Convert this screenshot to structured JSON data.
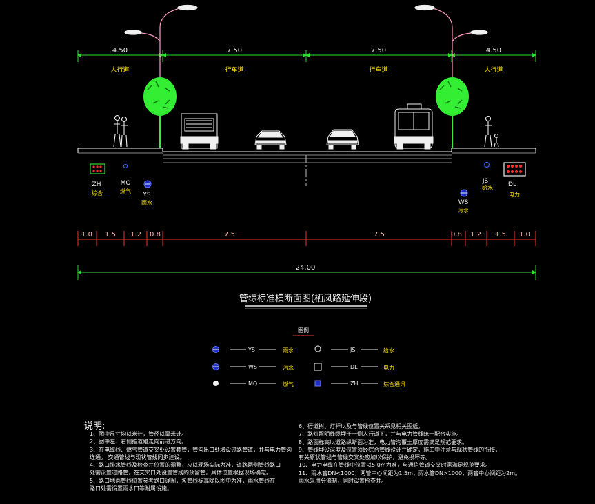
{
  "top_dims": [
    "4.50",
    "7.50",
    "7.50",
    "4.50"
  ],
  "top_labels": [
    "人行道",
    "行车道",
    "行车道",
    "人行道"
  ],
  "pipes": {
    "zh": {
      "code": "ZH",
      "name": "综合"
    },
    "mq": {
      "code": "MQ",
      "name": "燃气"
    },
    "ys": {
      "code": "YS",
      "name": "雨水"
    },
    "ws": {
      "code": "WS",
      "name": "污水"
    },
    "js": {
      "code": "JS",
      "name": "给水"
    },
    "dl": {
      "code": "DL",
      "name": "电力"
    }
  },
  "bottom_dims": [
    "1.0",
    "1.5",
    "1.2",
    "0.8",
    "7.5",
    "7.5",
    "0.8",
    "1.2",
    "1.5",
    "1.0"
  ],
  "total_dim": "24.00",
  "title": "管综标准横断面图(栖凤路延伸段)",
  "legend": {
    "title": "图例",
    "items": [
      {
        "code": "YS",
        "name": "雨水"
      },
      {
        "code": "JS",
        "name": "给水"
      },
      {
        "code": "WS",
        "name": "污水"
      },
      {
        "code": "DL",
        "name": "电力"
      },
      {
        "code": "MQ",
        "name": "燃气"
      },
      {
        "code": "ZH",
        "name": "综合通讯"
      }
    ]
  },
  "notes": {
    "heading": "说明:",
    "left": [
      "1、图中尺寸均以米计，管径以毫米计。",
      "2、图中左、右侧指道路走向前进方向。",
      "3、在电缆线、燃气管道交叉处设置套管，管沟出口处增设过路管道，并与电力管沟",
      "   连通。 交通管线与现状管线同步建设。",
      "4、路口排水管线及检查井位置的调整，应以现场实际为准，道路两侧管线路口",
      "   处需设置过路管，在交叉口处设置管线的预留管，具体位置根据现场确定。",
      "5、路口地面管线位置参考路口详图，各管线标高除以图中为准，雨水管线在",
      "   路口处需设置雨水口等附属设施。"
    ],
    "right": [
      "6、行道树、灯杆以及与管线位置关系见相关图纸。",
      "7、路灯照明线缆埋于一侧人行道下，并与电力管线统一配合实施。",
      "8、路面标高以道路纵断面为准，电力管沟覆土厚度需满足规范要求。",
      "9、管线埋设深度及位置须经综合管线设计并确定，施工中注意与现状管线的衔接，",
      "   有关原状管线与管线交叉处应加以保护，避免损坏等。",
      "10、电力电缆在管线中位置以5.0m为准，与通信管道交叉时需满足规范要求。",
      "11、雨水管DN<1000，两管中心间距为1.5m，雨水管DN>1000，两管中心间距为2m。",
      "    雨水采用分流制，同时设置检查井。"
    ]
  }
}
